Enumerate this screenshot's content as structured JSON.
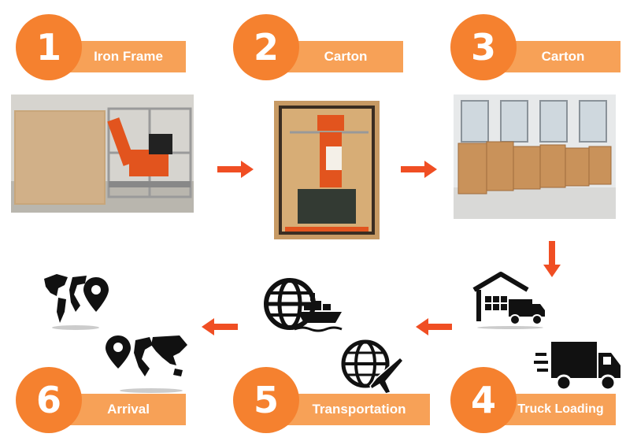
{
  "colors": {
    "accent": "#f5812f",
    "bar": "#f7a157",
    "arrow": "#f04e23",
    "icon": "#111111"
  },
  "steps": [
    {
      "number": "1",
      "label": "Iron Frame"
    },
    {
      "number": "2",
      "label": "Carton"
    },
    {
      "number": "3",
      "label": "Carton"
    },
    {
      "number": "4",
      "label": "Truck Loading"
    },
    {
      "number": "5",
      "label": "Transportation"
    },
    {
      "number": "6",
      "label": "Arrival"
    }
  ],
  "icons": [
    "world-map-pin-icon",
    "warehouse-truck-icon",
    "delivery-truck-icon",
    "globe-ship-icon",
    "globe-plane-icon",
    "world-map-pin-icon"
  ]
}
